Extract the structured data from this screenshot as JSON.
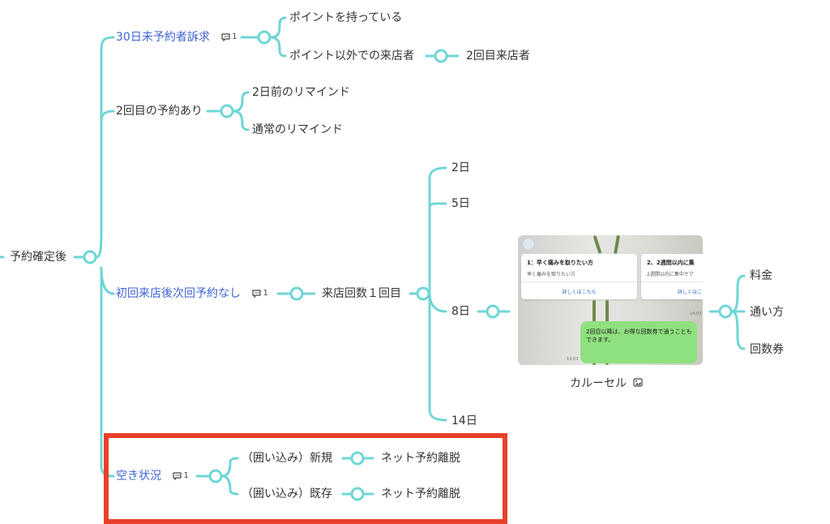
{
  "root": {
    "label": "予約確定後"
  },
  "branch1": {
    "label": "30日未予約者訴求",
    "comment_count": "1",
    "children": [
      {
        "label": "ポイントを持っている"
      },
      {
        "label": "ポイント以外での来店者",
        "child": "2回目来店者"
      }
    ]
  },
  "branch2": {
    "label": "2回目の予約あり",
    "children": [
      {
        "label": "2日前のリマインド"
      },
      {
        "label": "通常のリマインド"
      }
    ]
  },
  "branch3": {
    "label": "初回来店後次回予約なし",
    "comment_count": "1",
    "child": "来店回数１回目",
    "days": [
      "2日",
      "5日",
      "8日",
      "14日"
    ],
    "carousel": {
      "caption": "カルーセル",
      "cards": [
        {
          "title": "1：早く痛みを取りたい方",
          "sub": "早く痛みを取りたい方",
          "button": "詳しくはこちら"
        },
        {
          "title": "2、2週間以内に集",
          "sub": "2週間以内に集中ケア",
          "button": "詳しくはこちら"
        }
      ],
      "bubble_text": "2回目以降は、お得な回数券で通うこともできます。",
      "timestamp1": "14:03",
      "timestamp2": "14:03",
      "children": [
        "料金",
        "通い方",
        "回数券"
      ]
    }
  },
  "branch4": {
    "label": "空き状況",
    "comment_count": "1",
    "children": [
      {
        "label": "（囲い込み）新規",
        "child": "ネット予約離脱"
      },
      {
        "label": "（囲い込み）既存",
        "child": "ネット予約離脱"
      }
    ]
  },
  "colors": {
    "connector": "#6fd6d6",
    "link_text": "#3f63d6",
    "highlight": "#e8402a",
    "bubble": "#8fe07f"
  }
}
